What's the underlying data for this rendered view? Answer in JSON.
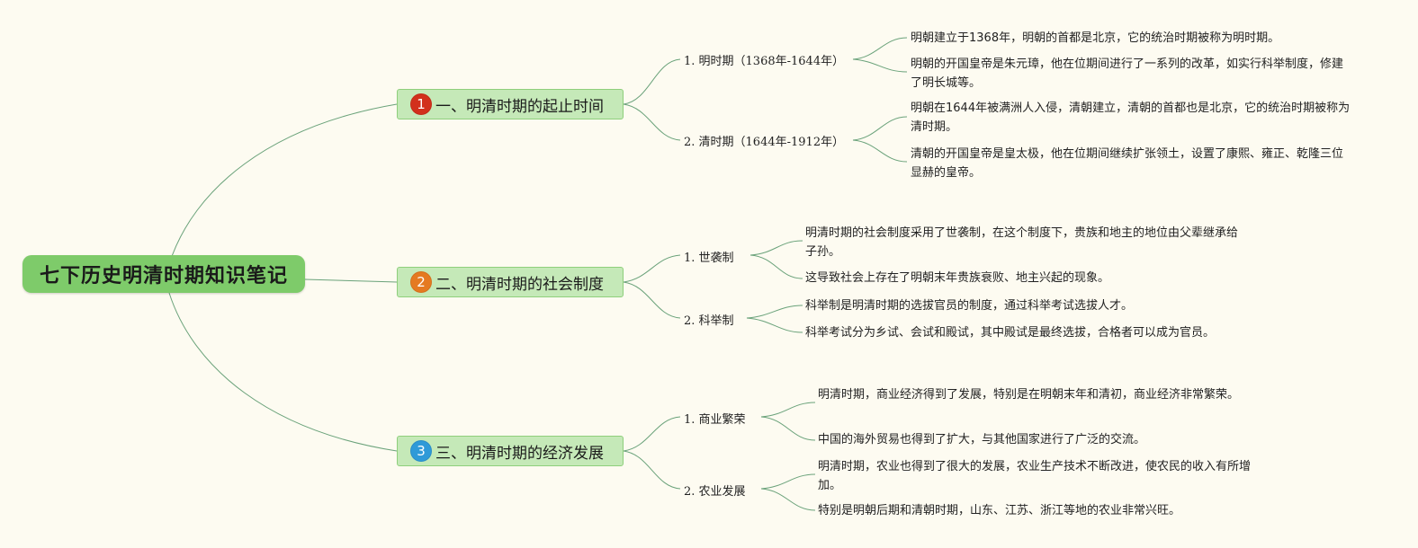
{
  "root": {
    "title": "七下历史明清时期知识笔记"
  },
  "colors": {
    "background": "#fdfbf1",
    "root_fill": "#7ecb6a",
    "topic_fill": "#c5e9b8",
    "connector": "#6aa27a",
    "badge_1": "#d2301c",
    "badge_2": "#e57a21",
    "badge_3": "#2f9ad8"
  },
  "topics": [
    {
      "badge": "1",
      "title": "一、明清时期的起止时间",
      "subs": [
        {
          "label": "1. 明时期（1368年-1644年）",
          "leaves": [
            "明朝建立于1368年，明朝的首都是北京，它的统治时期被称为明时期。",
            "明朝的开国皇帝是朱元璋，他在位期间进行了一系列的改革，如实行科举制度，修建了明长城等。"
          ]
        },
        {
          "label": "2. 清时期（1644年-1912年）",
          "leaves": [
            "明朝在1644年被满洲人入侵，清朝建立，清朝的首都也是北京，它的统治时期被称为清时期。",
            "清朝的开国皇帝是皇太极，他在位期间继续扩张领土，设置了康熙、雍正、乾隆三位显赫的皇帝。"
          ]
        }
      ]
    },
    {
      "badge": "2",
      "title": "二、明清时期的社会制度",
      "subs": [
        {
          "label": "1. 世袭制",
          "leaves": [
            "明清时期的社会制度采用了世袭制，在这个制度下，贵族和地主的地位由父辈继承给子孙。",
            "这导致社会上存在了明朝末年贵族衰败、地主兴起的现象。"
          ]
        },
        {
          "label": "2. 科举制",
          "leaves": [
            "科举制是明清时期的选拔官员的制度，通过科举考试选拔人才。",
            "科举考试分为乡试、会试和殿试，其中殿试是最终选拔，合格者可以成为官员。"
          ]
        }
      ]
    },
    {
      "badge": "3",
      "title": "三、明清时期的经济发展",
      "subs": [
        {
          "label": "1. 商业繁荣",
          "leaves": [
            "明清时期，商业经济得到了发展，特别是在明朝末年和清初，商业经济非常繁荣。",
            "中国的海外贸易也得到了扩大，与其他国家进行了广泛的交流。"
          ]
        },
        {
          "label": "2. 农业发展",
          "leaves": [
            "明清时期，农业也得到了很大的发展，农业生产技术不断改进，使农民的收入有所增加。",
            "特别是明朝后期和清朝时期，山东、江苏、浙江等地的农业非常兴旺。"
          ]
        }
      ]
    }
  ]
}
